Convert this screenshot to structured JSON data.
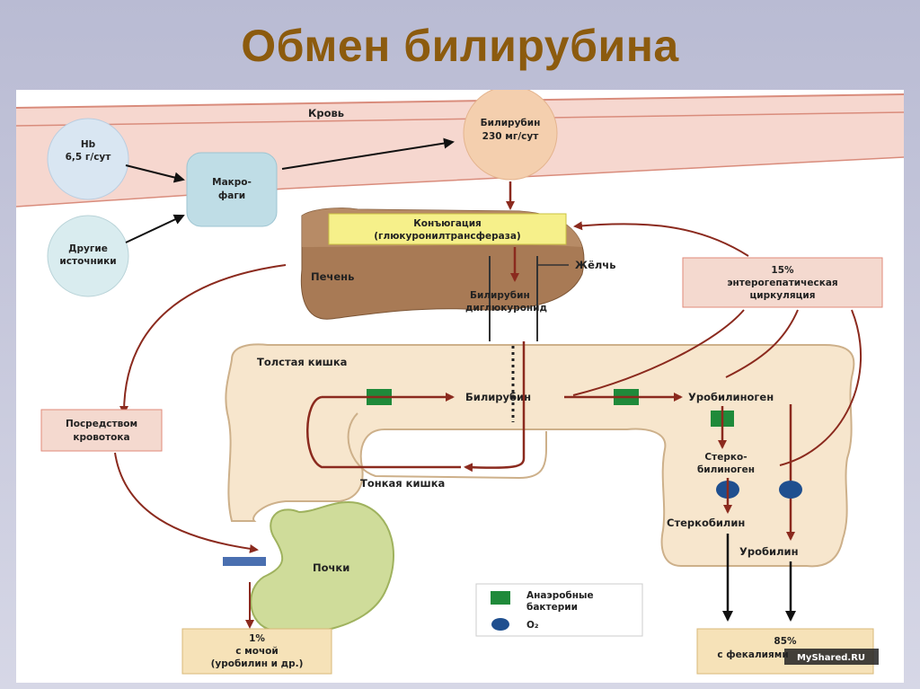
{
  "slide": {
    "title": "Обмен билирубина"
  },
  "diagram": {
    "blood_label": "Кровь",
    "hb_line1": "Hb",
    "hb_line2": "6,5 г/сут",
    "other_line1": "Другие",
    "other_line2": "источники",
    "macro_line1": "Макро-",
    "macro_line2": "фаги",
    "bilirubin_blood_line1": "Билирубин",
    "bilirubin_blood_line2": "230 мг/сут",
    "conj_line1": "Конъюгация",
    "conj_line2": "(глюкуронилтрансфераза)",
    "liver_label": "Печень",
    "bile_label": "Жёлчь",
    "diglucuronide_line1": "Билирубин",
    "diglucuronide_line2": "диглюкуронид",
    "entero_line1": "15%",
    "entero_line2": "энтерогепатическая",
    "entero_line3": "циркуляция",
    "colon_label": "Толстая кишка",
    "bilirubin_gut": "Билирубин",
    "urobilinogen": "Уробилиноген",
    "sterco_line1": "Стерко-",
    "sterco_line2": "билиноген",
    "small_intestine": "Тонкая кишка",
    "bloodstream_line1": "Посредством",
    "bloodstream_line2": "кровотока",
    "stercobilin": "Стеркобилин",
    "urobilin": "Уробилин",
    "kidneys": "Почки",
    "urine_line1": "1%",
    "urine_line2": "с мочой",
    "urine_line3": "(уробилин и др.)",
    "feces_line1": "85%",
    "feces_line2": "с фекалиями",
    "legend_bacteria_line1": "Анаэробные",
    "legend_bacteria_line2": "бактерии",
    "legend_o2": "O₂",
    "watermark": "MyShared.RU"
  },
  "colors": {
    "arrow": "#8b2a1e",
    "box_fill": "#f4d9cf",
    "box_stroke": "#e08a7a",
    "bacteria": "#1f8a3a",
    "oxygen": "#1f4f8f",
    "title": "#8c5b0e"
  }
}
